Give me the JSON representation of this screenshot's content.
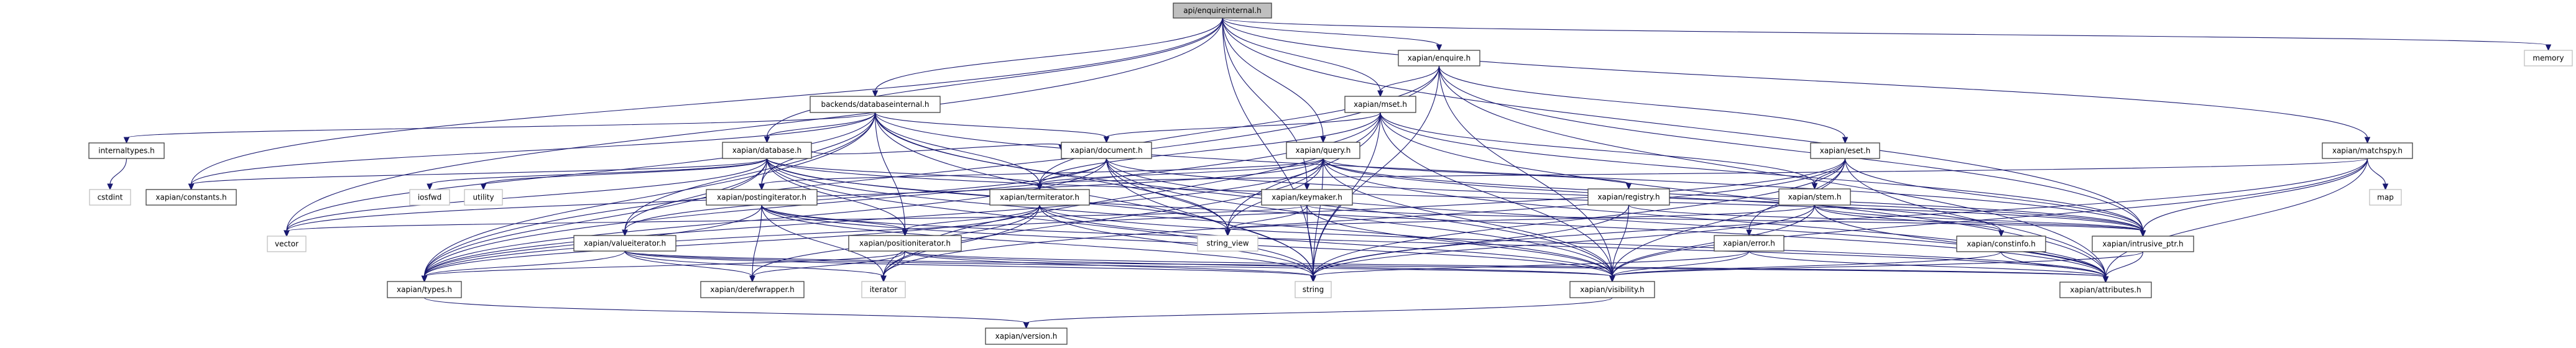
{
  "diagram": {
    "type": "include-dependency-graph",
    "root": "api/enquireinternal.h",
    "colors": {
      "edge": "#191970",
      "root_fill": "#bfbfbf",
      "documented_border": "#404040",
      "external_border": "#bfbfbf",
      "background": "#ffffff"
    },
    "nodes": [
      {
        "id": "enquireinternal",
        "label": "api/enquireinternal.h",
        "kind": "root"
      },
      {
        "id": "enquire",
        "label": "xapian/enquire.h",
        "kind": "doc"
      },
      {
        "id": "memory",
        "label": "memory",
        "kind": "ext"
      },
      {
        "id": "databaseinternal",
        "label": "backends/databaseinternal.h",
        "kind": "doc"
      },
      {
        "id": "mset",
        "label": "xapian/mset.h",
        "kind": "doc"
      },
      {
        "id": "internaltypes",
        "label": "internaltypes.h",
        "kind": "doc"
      },
      {
        "id": "database",
        "label": "xapian/database.h",
        "kind": "doc"
      },
      {
        "id": "document",
        "label": "xapian/document.h",
        "kind": "doc"
      },
      {
        "id": "query",
        "label": "xapian/query.h",
        "kind": "doc"
      },
      {
        "id": "eset",
        "label": "xapian/eset.h",
        "kind": "doc"
      },
      {
        "id": "matchspy",
        "label": "xapian/matchspy.h",
        "kind": "doc"
      },
      {
        "id": "cstdint",
        "label": "cstdint",
        "kind": "ext"
      },
      {
        "id": "constants",
        "label": "xapian/constants.h",
        "kind": "doc"
      },
      {
        "id": "iosfwd",
        "label": "iosfwd",
        "kind": "ext"
      },
      {
        "id": "utility",
        "label": "utility",
        "kind": "ext"
      },
      {
        "id": "postingiterator",
        "label": "xapian/postingiterator.h",
        "kind": "doc"
      },
      {
        "id": "termiterator",
        "label": "xapian/termiterator.h",
        "kind": "doc"
      },
      {
        "id": "keymaker",
        "label": "xapian/keymaker.h",
        "kind": "doc"
      },
      {
        "id": "registry",
        "label": "xapian/registry.h",
        "kind": "doc"
      },
      {
        "id": "stem",
        "label": "xapian/stem.h",
        "kind": "doc"
      },
      {
        "id": "map",
        "label": "map",
        "kind": "ext"
      },
      {
        "id": "vector",
        "label": "vector",
        "kind": "ext"
      },
      {
        "id": "valueiterator",
        "label": "xapian/valueiterator.h",
        "kind": "doc"
      },
      {
        "id": "positioniterator",
        "label": "xapian/positioniterator.h",
        "kind": "doc"
      },
      {
        "id": "string_view",
        "label": "string_view",
        "kind": "ext"
      },
      {
        "id": "error",
        "label": "xapian/error.h",
        "kind": "doc"
      },
      {
        "id": "constinfo",
        "label": "xapian/constinfo.h",
        "kind": "doc"
      },
      {
        "id": "intrusive_ptr",
        "label": "xapian/intrusive_ptr.h",
        "kind": "doc"
      },
      {
        "id": "types",
        "label": "xapian/types.h",
        "kind": "doc"
      },
      {
        "id": "derefwrapper",
        "label": "xapian/derefwrapper.h",
        "kind": "doc"
      },
      {
        "id": "iterator",
        "label": "iterator",
        "kind": "ext"
      },
      {
        "id": "string",
        "label": "string",
        "kind": "ext"
      },
      {
        "id": "visibility",
        "label": "xapian/visibility.h",
        "kind": "doc"
      },
      {
        "id": "attributes",
        "label": "xapian/attributes.h",
        "kind": "doc"
      },
      {
        "id": "version",
        "label": "xapian/version.h",
        "kind": "doc"
      }
    ],
    "edges": [
      [
        "enquireinternal",
        "enquire"
      ],
      [
        "enquireinternal",
        "memory"
      ],
      [
        "enquireinternal",
        "databaseinternal"
      ],
      [
        "enquireinternal",
        "mset"
      ],
      [
        "enquireinternal",
        "query"
      ],
      [
        "enquireinternal",
        "keymaker"
      ],
      [
        "enquireinternal",
        "matchspy"
      ],
      [
        "enquireinternal",
        "vector"
      ],
      [
        "enquireinternal",
        "string"
      ],
      [
        "enquireinternal",
        "constants"
      ],
      [
        "enquireinternal",
        "database"
      ],
      [
        "enquireinternal",
        "intrusive_ptr"
      ],
      [
        "enquire",
        "mset"
      ],
      [
        "enquire",
        "eset"
      ],
      [
        "enquire",
        "termiterator"
      ],
      [
        "enquire",
        "types"
      ],
      [
        "enquire",
        "string"
      ],
      [
        "enquire",
        "intrusive_ptr"
      ],
      [
        "enquire",
        "visibility"
      ],
      [
        "enquire",
        "attributes"
      ],
      [
        "databaseinternal",
        "internaltypes"
      ],
      [
        "databaseinternal",
        "database"
      ],
      [
        "databaseinternal",
        "document"
      ],
      [
        "databaseinternal",
        "constants"
      ],
      [
        "databaseinternal",
        "positioniterator"
      ],
      [
        "databaseinternal",
        "postingiterator"
      ],
      [
        "databaseinternal",
        "termiterator"
      ],
      [
        "databaseinternal",
        "valueiterator"
      ],
      [
        "databaseinternal",
        "types"
      ],
      [
        "databaseinternal",
        "string"
      ],
      [
        "databaseinternal",
        "string_view"
      ],
      [
        "databaseinternal",
        "intrusive_ptr"
      ],
      [
        "databaseinternal",
        "vector"
      ],
      [
        "databaseinternal",
        "visibility"
      ],
      [
        "mset",
        "document"
      ],
      [
        "mset",
        "termiterator"
      ],
      [
        "mset",
        "stem"
      ],
      [
        "mset",
        "types"
      ],
      [
        "mset",
        "string"
      ],
      [
        "mset",
        "string_view"
      ],
      [
        "mset",
        "intrusive_ptr"
      ],
      [
        "mset",
        "visibility"
      ],
      [
        "mset",
        "attributes"
      ],
      [
        "mset",
        "iterator"
      ],
      [
        "internaltypes",
        "cstdint"
      ],
      [
        "database",
        "iosfwd"
      ],
      [
        "database",
        "utility"
      ],
      [
        "database",
        "vector"
      ],
      [
        "database",
        "string"
      ],
      [
        "database",
        "string_view"
      ],
      [
        "database",
        "types"
      ],
      [
        "database",
        "constants"
      ],
      [
        "database",
        "document"
      ],
      [
        "database",
        "positioniterator"
      ],
      [
        "database",
        "postingiterator"
      ],
      [
        "database",
        "termiterator"
      ],
      [
        "database",
        "valueiterator"
      ],
      [
        "database",
        "intrusive_ptr"
      ],
      [
        "database",
        "visibility"
      ],
      [
        "database",
        "attributes"
      ],
      [
        "document",
        "termiterator"
      ],
      [
        "document",
        "valueiterator"
      ],
      [
        "document",
        "types"
      ],
      [
        "document",
        "string"
      ],
      [
        "document",
        "string_view"
      ],
      [
        "document",
        "intrusive_ptr"
      ],
      [
        "document",
        "visibility"
      ],
      [
        "document",
        "attributes"
      ],
      [
        "query",
        "termiterator"
      ],
      [
        "query",
        "postingiterator"
      ],
      [
        "query",
        "registry"
      ],
      [
        "query",
        "types"
      ],
      [
        "query",
        "string"
      ],
      [
        "query",
        "string_view"
      ],
      [
        "query",
        "intrusive_ptr"
      ],
      [
        "query",
        "visibility"
      ],
      [
        "query",
        "attributes"
      ],
      [
        "query",
        "constinfo"
      ],
      [
        "query",
        "iterator"
      ],
      [
        "query",
        "vector"
      ],
      [
        "eset",
        "stem"
      ],
      [
        "eset",
        "error"
      ],
      [
        "eset",
        "intrusive_ptr"
      ],
      [
        "eset",
        "types"
      ],
      [
        "eset",
        "string"
      ],
      [
        "eset",
        "visibility"
      ],
      [
        "eset",
        "attributes"
      ],
      [
        "eset",
        "iterator"
      ],
      [
        "matchspy",
        "map"
      ],
      [
        "matchspy",
        "intrusive_ptr"
      ],
      [
        "matchspy",
        "termiterator"
      ],
      [
        "matchspy",
        "string"
      ],
      [
        "matchspy",
        "visibility"
      ],
      [
        "matchspy",
        "attributes"
      ],
      [
        "postingiterator",
        "positioniterator"
      ],
      [
        "postingiterator",
        "derefwrapper"
      ],
      [
        "postingiterator",
        "iterator"
      ],
      [
        "postingiterator",
        "types"
      ],
      [
        "postingiterator",
        "string"
      ],
      [
        "postingiterator",
        "attributes"
      ],
      [
        "postingiterator",
        "visibility"
      ],
      [
        "termiterator",
        "positioniterator"
      ],
      [
        "termiterator",
        "derefwrapper"
      ],
      [
        "termiterator",
        "iterator"
      ],
      [
        "termiterator",
        "types"
      ],
      [
        "termiterator",
        "string"
      ],
      [
        "termiterator",
        "attributes"
      ],
      [
        "termiterator",
        "visibility"
      ],
      [
        "keymaker",
        "string"
      ],
      [
        "keymaker",
        "string_view"
      ],
      [
        "keymaker",
        "vector"
      ],
      [
        "keymaker",
        "intrusive_ptr"
      ],
      [
        "keymaker",
        "visibility"
      ],
      [
        "registry",
        "string"
      ],
      [
        "registry",
        "intrusive_ptr"
      ],
      [
        "registry",
        "visibility"
      ],
      [
        "stem",
        "string"
      ],
      [
        "stem",
        "string_view"
      ],
      [
        "stem",
        "intrusive_ptr"
      ],
      [
        "stem",
        "constinfo"
      ],
      [
        "stem",
        "visibility"
      ],
      [
        "stem",
        "attributes"
      ],
      [
        "valueiterator",
        "derefwrapper"
      ],
      [
        "valueiterator",
        "iterator"
      ],
      [
        "valueiterator",
        "types"
      ],
      [
        "valueiterator",
        "string"
      ],
      [
        "valueiterator",
        "attributes"
      ],
      [
        "valueiterator",
        "visibility"
      ],
      [
        "positioniterator",
        "derefwrapper"
      ],
      [
        "positioniterator",
        "iterator"
      ],
      [
        "positioniterator",
        "types"
      ],
      [
        "positioniterator",
        "string"
      ],
      [
        "positioniterator",
        "attributes"
      ],
      [
        "positioniterator",
        "visibility"
      ],
      [
        "error",
        "string"
      ],
      [
        "error",
        "attributes"
      ],
      [
        "error",
        "visibility"
      ],
      [
        "constinfo",
        "attributes"
      ],
      [
        "constinfo",
        "visibility"
      ],
      [
        "intrusive_ptr",
        "attributes"
      ],
      [
        "intrusive_ptr",
        "visibility"
      ],
      [
        "types",
        "version"
      ],
      [
        "visibility",
        "version"
      ]
    ]
  }
}
